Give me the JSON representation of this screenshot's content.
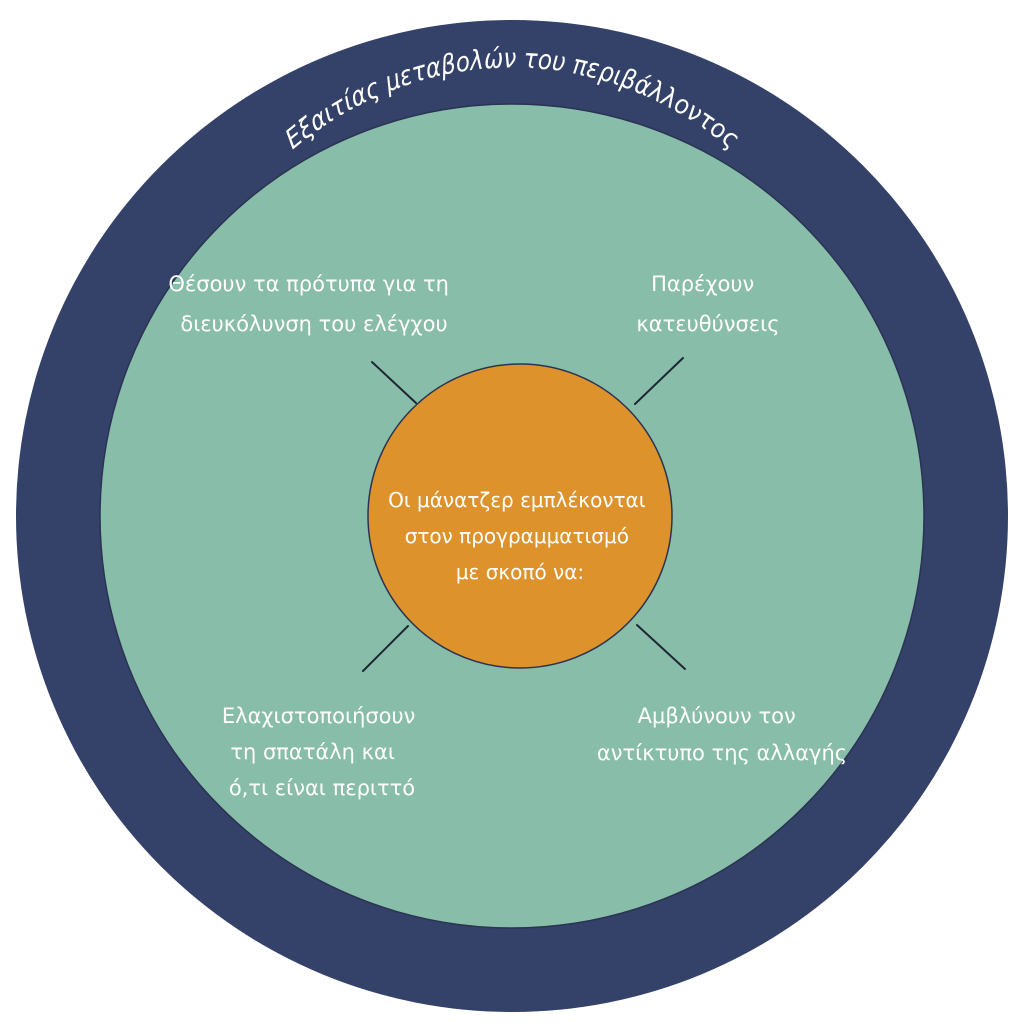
{
  "diagram": {
    "outer_ring": {
      "text": "Εξαιτίας μεταβολών του περιβάλλοντος",
      "color": "#34426a"
    },
    "inner_disc": {
      "color": "#88bda9"
    },
    "center": {
      "lines": [
        "Οι μάνατζερ εμπλέκονται",
        "στον προγραμματισμό",
        "με σκοπό να:"
      ],
      "color": "#dd922c"
    },
    "purposes": {
      "top_left": {
        "lines": [
          "Θέσουν τα πρότυπα για τη",
          "διευκόλυνση του ελέγχου"
        ]
      },
      "top_right": {
        "lines": [
          "Παρέχουν",
          "κατευθύνσεις"
        ]
      },
      "bottom_left": {
        "lines": [
          "Ελαχιστοποιήσουν",
          "τη σπατάλη και",
          "ό,τι είναι περιττό"
        ]
      },
      "bottom_right": {
        "lines": [
          "Αμβλύνουν τον",
          "αντίκτυπο της αλλαγής"
        ]
      }
    }
  }
}
